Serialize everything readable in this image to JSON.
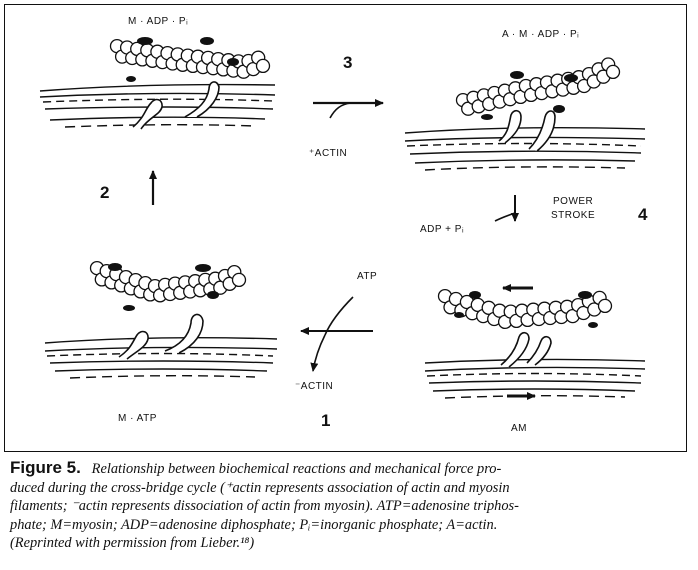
{
  "figure": {
    "states": {
      "top_left": "M · ADP · Pᵢ",
      "top_right": "A · M · ADP · Pᵢ",
      "bottom_left": "M · ATP",
      "bottom_right": "AM"
    },
    "steps": [
      "1",
      "2",
      "3",
      "4"
    ],
    "reagents": {
      "actin_assoc": "⁺ACTIN",
      "actin_dissoc": "⁻ACTIN",
      "atp": "ATP",
      "adp_pi": "ADP + Pᵢ",
      "power_stroke_line1": "POWER",
      "power_stroke_line2": "STROKE"
    }
  },
  "caption": {
    "label": "Figure 5.",
    "line1": "Relationship between biochemical reactions and mechanical force pro-",
    "line2": "duced during the cross-bridge cycle (⁺actin represents association of actin and myosin",
    "line3": "filaments; ⁻actin represents dissociation of actin from myosin). ATP=adenosine triphos-",
    "line4": "phate; M=myosin; ADP=adenosine diphosphate; Pᵢ=inorganic phosphate; A=actin.",
    "line5": "(Reprinted with permission from Lieber.¹⁸)"
  }
}
